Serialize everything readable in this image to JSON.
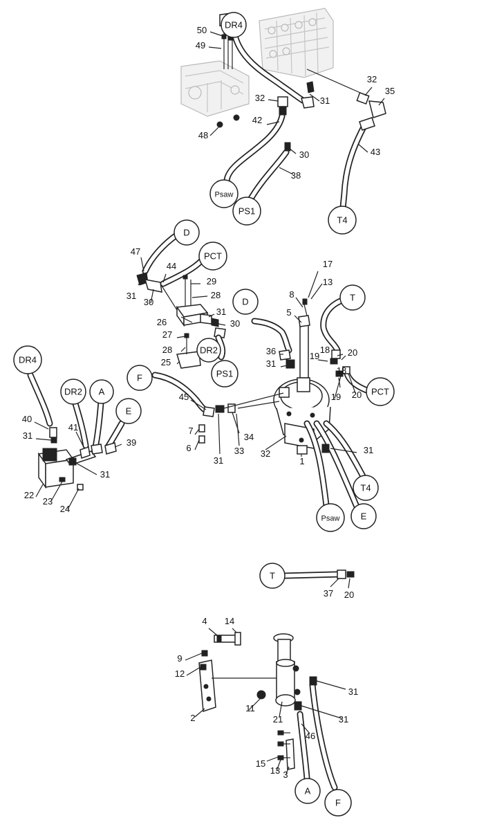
{
  "circle_labels": [
    {
      "id": "c1",
      "text": "DR4"
    },
    {
      "id": "c2",
      "text": "Psaw"
    },
    {
      "id": "c3",
      "text": "PS1"
    },
    {
      "id": "c4",
      "text": "T4"
    },
    {
      "id": "c5",
      "text": "D"
    },
    {
      "id": "c6",
      "text": "PCT"
    },
    {
      "id": "c7",
      "text": "D"
    },
    {
      "id": "c8",
      "text": "T"
    },
    {
      "id": "c9",
      "text": "DR2"
    },
    {
      "id": "c10",
      "text": "PS1"
    },
    {
      "id": "c11",
      "text": "F"
    },
    {
      "id": "c12",
      "text": "PCT"
    },
    {
      "id": "c13",
      "text": "DR4"
    },
    {
      "id": "c14",
      "text": "DR2"
    },
    {
      "id": "c15",
      "text": "A"
    },
    {
      "id": "c16",
      "text": "E"
    },
    {
      "id": "c17",
      "text": "T4"
    },
    {
      "id": "c18",
      "text": "Psaw"
    },
    {
      "id": "c19",
      "text": "E"
    },
    {
      "id": "c20",
      "text": "T"
    },
    {
      "id": "c21",
      "text": "A"
    },
    {
      "id": "c22",
      "text": "F"
    }
  ],
  "part_numbers": [
    {
      "id": "p1",
      "text": "50"
    },
    {
      "id": "p2",
      "text": "49"
    },
    {
      "id": "p3",
      "text": "32"
    },
    {
      "id": "p4",
      "text": "35"
    },
    {
      "id": "p5",
      "text": "32"
    },
    {
      "id": "p6",
      "text": "31"
    },
    {
      "id": "p7",
      "text": "42"
    },
    {
      "id": "p8",
      "text": "48"
    },
    {
      "id": "p9",
      "text": "43"
    },
    {
      "id": "p10",
      "text": "30"
    },
    {
      "id": "p11",
      "text": "38"
    },
    {
      "id": "p12",
      "text": "47"
    },
    {
      "id": "p13",
      "text": "44"
    },
    {
      "id": "p14",
      "text": "29"
    },
    {
      "id": "p15",
      "text": "28"
    },
    {
      "id": "p16",
      "text": "17"
    },
    {
      "id": "p17",
      "text": "13"
    },
    {
      "id": "p18",
      "text": "31"
    },
    {
      "id": "p19",
      "text": "30"
    },
    {
      "id": "p20",
      "text": "8"
    },
    {
      "id": "p21",
      "text": "31"
    },
    {
      "id": "p22",
      "text": "5"
    },
    {
      "id": "p23",
      "text": "26"
    },
    {
      "id": "p24",
      "text": "30"
    },
    {
      "id": "p25",
      "text": "27"
    },
    {
      "id": "p26",
      "text": "28"
    },
    {
      "id": "p27",
      "text": "25"
    },
    {
      "id": "p28",
      "text": "36"
    },
    {
      "id": "p29",
      "text": "31"
    },
    {
      "id": "p30",
      "text": "19"
    },
    {
      "id": "p31",
      "text": "18"
    },
    {
      "id": "p32",
      "text": "20"
    },
    {
      "id": "p33",
      "text": "18"
    },
    {
      "id": "p34",
      "text": "19"
    },
    {
      "id": "p35",
      "text": "20"
    },
    {
      "id": "p36",
      "text": "45"
    },
    {
      "id": "p37",
      "text": "7"
    },
    {
      "id": "p38",
      "text": "6"
    },
    {
      "id": "p39",
      "text": "34"
    },
    {
      "id": "p40",
      "text": "31"
    },
    {
      "id": "p41",
      "text": "33"
    },
    {
      "id": "p42",
      "text": "32"
    },
    {
      "id": "p43",
      "text": "1"
    },
    {
      "id": "p44",
      "text": "31"
    },
    {
      "id": "p45",
      "text": "40"
    },
    {
      "id": "p46",
      "text": "31"
    },
    {
      "id": "p47",
      "text": "41"
    },
    {
      "id": "p48",
      "text": "39"
    },
    {
      "id": "p49",
      "text": "31"
    },
    {
      "id": "p50",
      "text": "22"
    },
    {
      "id": "p51",
      "text": "23"
    },
    {
      "id": "p52",
      "text": "24"
    },
    {
      "id": "p53",
      "text": "37"
    },
    {
      "id": "p54",
      "text": "20"
    },
    {
      "id": "p55",
      "text": "4"
    },
    {
      "id": "p56",
      "text": "14"
    },
    {
      "id": "p57",
      "text": "9"
    },
    {
      "id": "p58",
      "text": "12"
    },
    {
      "id": "p59",
      "text": "31"
    },
    {
      "id": "p60",
      "text": "11"
    },
    {
      "id": "p61",
      "text": "2"
    },
    {
      "id": "p62",
      "text": "21"
    },
    {
      "id": "p63",
      "text": "31"
    },
    {
      "id": "p64",
      "text": "46"
    },
    {
      "id": "p65",
      "text": "15"
    },
    {
      "id": "p66",
      "text": "13"
    },
    {
      "id": "p67",
      "text": "3"
    }
  ]
}
